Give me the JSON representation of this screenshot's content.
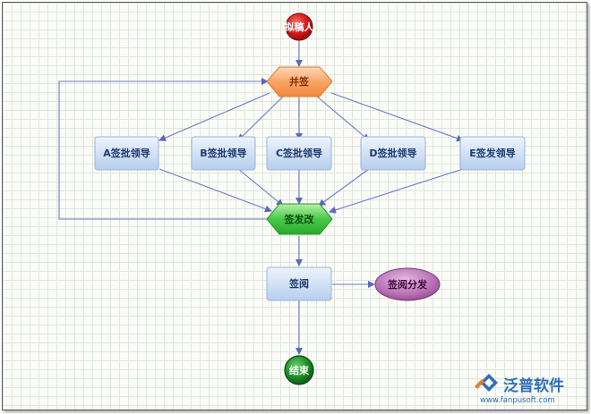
{
  "diagram": {
    "nodes": {
      "start": "拟稿人",
      "cosign": "并签",
      "a": "A签批领导",
      "b": "B签批领导",
      "c": "C签批领导",
      "d": "D签批领导",
      "e": "E签发领导",
      "revise": "签发改",
      "review": "签阅",
      "distribute": "签阅分发",
      "end": "结束"
    },
    "colors": {
      "start": "#c81414",
      "cosign": "#f39a5e",
      "leader_box": "#c9ddf3",
      "revise": "#2fb83a",
      "distribute": "#b062ac",
      "end": "#167e22",
      "edge": "#6b78c8"
    }
  },
  "watermark": {
    "brand": "泛普软件",
    "url": "www.fanpusoft.com"
  }
}
